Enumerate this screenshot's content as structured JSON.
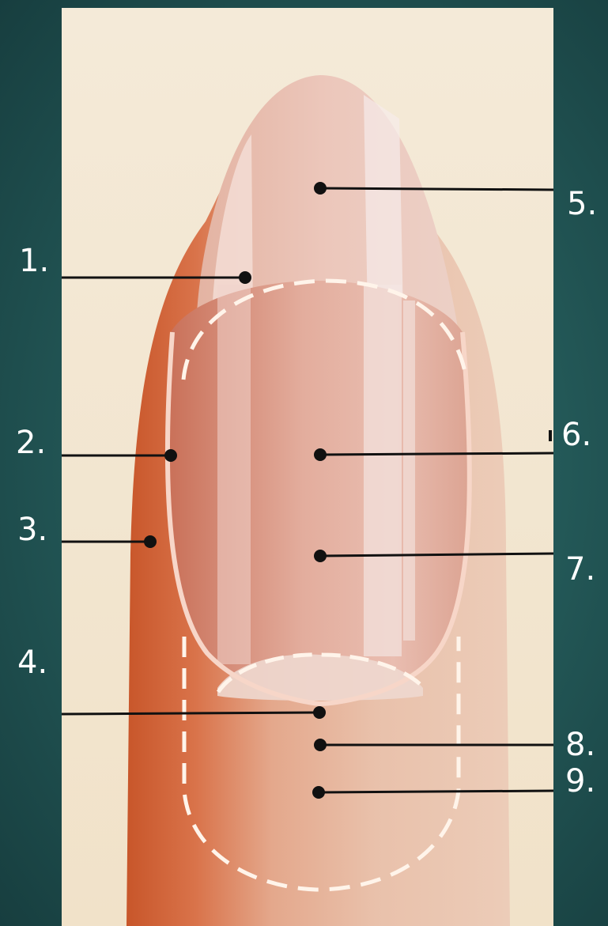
{
  "diagram": {
    "labels": [
      {
        "id": "1",
        "text": "1."
      },
      {
        "id": "2",
        "text": "2."
      },
      {
        "id": "3",
        "text": "3."
      },
      {
        "id": "4",
        "text": "4."
      },
      {
        "id": "5",
        "text": "5."
      },
      {
        "id": "6",
        "text": "6."
      },
      {
        "id": "7",
        "text": "7."
      },
      {
        "id": "8",
        "text": "8."
      },
      {
        "id": "9",
        "text": "9."
      }
    ]
  },
  "colors": {
    "background": "#245a59",
    "panel": "#f3e7d2",
    "skin": "#e8bea6",
    "skin_shadow": "#d6754a",
    "nail": "#e6b7a6",
    "highlight": "#f6e6e4",
    "dashed_outline": "#fff4ea",
    "leader_line": "#111111",
    "label_text": "#ffffff"
  }
}
